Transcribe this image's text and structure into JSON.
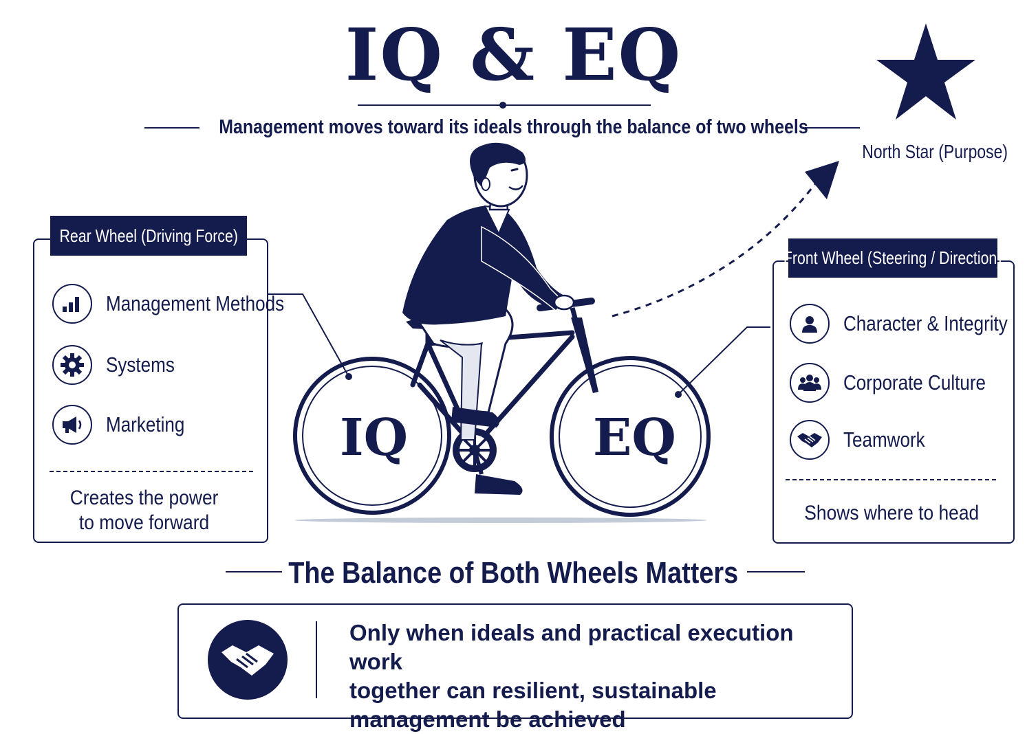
{
  "title": "IQ & EQ",
  "subtitle": "Management moves toward its ideals through the balance of two wheels",
  "north_star": {
    "label": "North Star (Purpose)"
  },
  "rear_wheel": {
    "label": "Rear Wheel (Driving Force)",
    "wheel_text": "IQ",
    "items": [
      {
        "label": "Management Methods",
        "icon": "bar-chart-icon"
      },
      {
        "label": "Systems",
        "icon": "gear-icon"
      },
      {
        "label": "Marketing",
        "icon": "megaphone-icon"
      }
    ],
    "footer_line1": "Creates the power",
    "footer_line2": "to move forward"
  },
  "front_wheel": {
    "label": "Front Wheel (Steering / Direction)",
    "wheel_text": "EQ",
    "items": [
      {
        "label": "Character & Integrity",
        "icon": "person-icon"
      },
      {
        "label": "Corporate Culture",
        "icon": "group-icon"
      },
      {
        "label": "Teamwork",
        "icon": "handshake-icon"
      }
    ],
    "footer": "Shows where to head"
  },
  "balance": {
    "heading": "The Balance of Both Wheels Matters",
    "text_line1": "Only when ideals and practical execution work",
    "text_line2": "together can resilient, sustainable",
    "text_line3": "management be achieved",
    "icon": "handshake-icon"
  },
  "colors": {
    "primary": "#141b4d",
    "background": "#ffffff"
  }
}
